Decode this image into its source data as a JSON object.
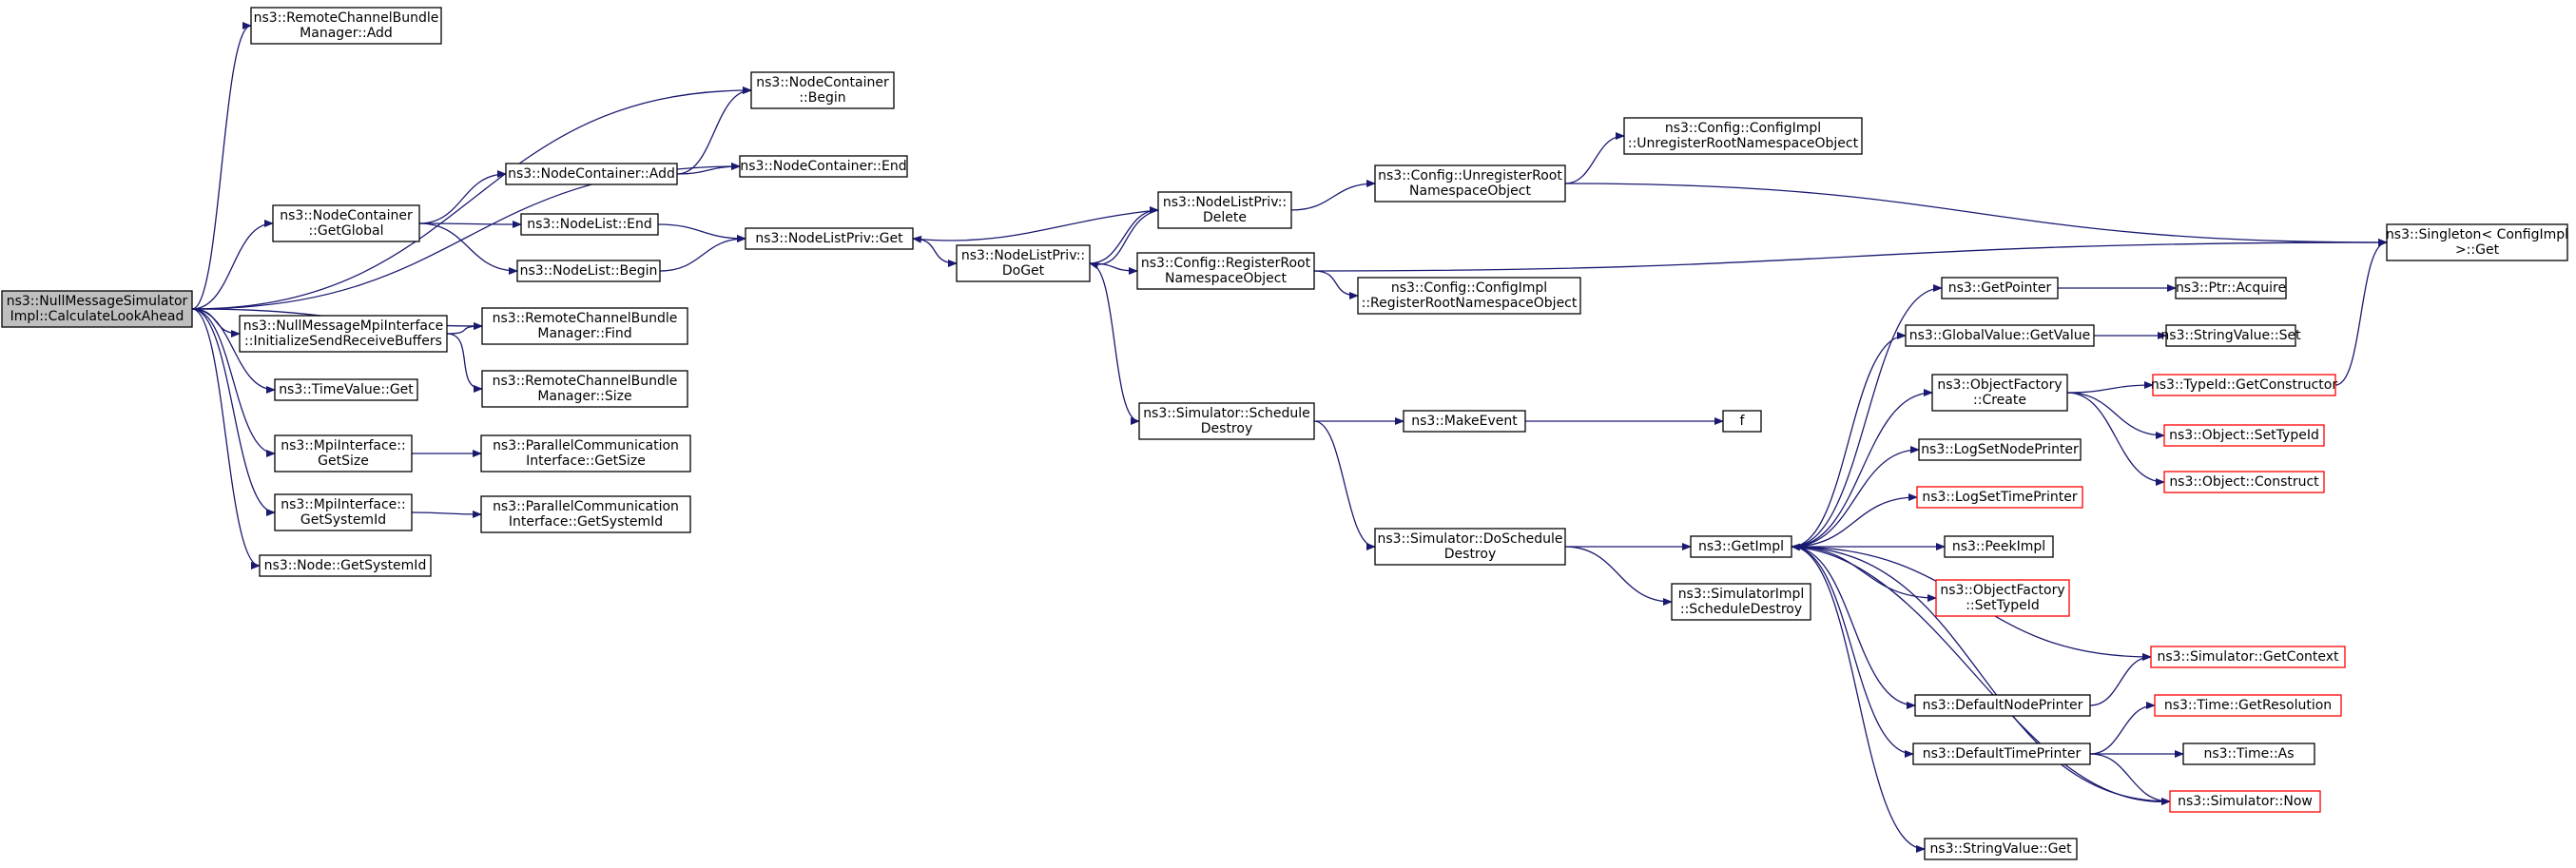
{
  "diagram": {
    "edge_color": "#191970",
    "truncated_border_color": "#ff0000",
    "root_fill": "#bfbfbf",
    "nodes": [
      {
        "id": "root",
        "lines": [
          "ns3::NullMessageSimulator",
          "Impl::CalculateLookAhead"
        ],
        "root": true
      },
      {
        "id": "rcbmAdd",
        "lines": [
          "ns3::RemoteChannelBundle",
          "Manager::Add"
        ]
      },
      {
        "id": "ncBegin",
        "lines": [
          "ns3::NodeContainer",
          "::Begin"
        ]
      },
      {
        "id": "ncAdd",
        "lines": [
          "ns3::NodeContainer::Add"
        ]
      },
      {
        "id": "ncEnd",
        "lines": [
          "ns3::NodeContainer::End"
        ]
      },
      {
        "id": "ncGetGlobal",
        "lines": [
          "ns3::NodeContainer",
          "::GetGlobal"
        ]
      },
      {
        "id": "nlEnd",
        "lines": [
          "ns3::NodeList::End"
        ]
      },
      {
        "id": "nlBegin",
        "lines": [
          "ns3::NodeList::Begin"
        ]
      },
      {
        "id": "nlpGet",
        "lines": [
          "ns3::NodeListPriv::Get"
        ]
      },
      {
        "id": "nlpDoGet",
        "lines": [
          "ns3::NodeListPriv::",
          "DoGet"
        ]
      },
      {
        "id": "nlpDelete",
        "lines": [
          "ns3::NodeListPriv::",
          "Delete"
        ]
      },
      {
        "id": "unregRoot",
        "lines": [
          "ns3::Config::UnregisterRoot",
          "NamespaceObject"
        ]
      },
      {
        "id": "ciUnreg",
        "lines": [
          "ns3::Config::ConfigImpl",
          "::UnregisterRootNamespaceObject"
        ]
      },
      {
        "id": "regRoot",
        "lines": [
          "ns3::Config::RegisterRoot",
          "NamespaceObject"
        ]
      },
      {
        "id": "ciReg",
        "lines": [
          "ns3::Config::ConfigImpl",
          "::RegisterRootNamespaceObject"
        ]
      },
      {
        "id": "singletonGet",
        "lines": [
          "ns3::Singleton< ConfigImpl",
          " >::Get"
        ]
      },
      {
        "id": "mpiInit",
        "lines": [
          "ns3::NullMessageMpiInterface",
          "::InitializeSendReceiveBuffers"
        ]
      },
      {
        "id": "rcbmFind",
        "lines": [
          "ns3::RemoteChannelBundle",
          "Manager::Find"
        ]
      },
      {
        "id": "rcbmSize",
        "lines": [
          "ns3::RemoteChannelBundle",
          "Manager::Size"
        ]
      },
      {
        "id": "tvGet",
        "lines": [
          "ns3::TimeValue::Get"
        ]
      },
      {
        "id": "mpiGetSize",
        "lines": [
          "ns3::MpiInterface::",
          "GetSize"
        ]
      },
      {
        "id": "pciGetSize",
        "lines": [
          "ns3::ParallelCommunication",
          "Interface::GetSize"
        ]
      },
      {
        "id": "mpiGetSysId",
        "lines": [
          "ns3::MpiInterface::",
          "GetSystemId"
        ]
      },
      {
        "id": "pciGetSysId",
        "lines": [
          "ns3::ParallelCommunication",
          "Interface::GetSystemId"
        ]
      },
      {
        "id": "nodeGetSysId",
        "lines": [
          "ns3::Node::GetSystemId"
        ]
      },
      {
        "id": "simSchedDestroy",
        "lines": [
          "ns3::Simulator::Schedule",
          "Destroy"
        ]
      },
      {
        "id": "makeEvent",
        "lines": [
          "ns3::MakeEvent"
        ]
      },
      {
        "id": "f",
        "lines": [
          "f"
        ]
      },
      {
        "id": "simDoSchedDestroy",
        "lines": [
          "ns3::Simulator::DoSchedule",
          "Destroy"
        ]
      },
      {
        "id": "getImpl",
        "lines": [
          "ns3::GetImpl"
        ]
      },
      {
        "id": "simImplSchedDestroy",
        "lines": [
          "ns3::SimulatorImpl",
          "::ScheduleDestroy"
        ]
      },
      {
        "id": "getPointer",
        "lines": [
          "ns3::GetPointer"
        ]
      },
      {
        "id": "ptrAcquire",
        "lines": [
          "ns3::Ptr::Acquire"
        ]
      },
      {
        "id": "gvGetValue",
        "lines": [
          "ns3::GlobalValue::GetValue"
        ]
      },
      {
        "id": "svSet",
        "lines": [
          "ns3::StringValue::Set"
        ]
      },
      {
        "id": "ofCreate",
        "lines": [
          "ns3::ObjectFactory",
          "::Create"
        ]
      },
      {
        "id": "tidGetCtor",
        "lines": [
          "ns3::TypeId::GetConstructor"
        ],
        "truncated": true
      },
      {
        "id": "objSetTypeId",
        "lines": [
          "ns3::Object::SetTypeId"
        ],
        "truncated": true
      },
      {
        "id": "objConstruct",
        "lines": [
          "ns3::Object::Construct"
        ],
        "truncated": true
      },
      {
        "id": "logSetNode",
        "lines": [
          "ns3::LogSetNodePrinter"
        ]
      },
      {
        "id": "logSetTime",
        "lines": [
          "ns3::LogSetTimePrinter"
        ],
        "truncated": true
      },
      {
        "id": "peekImpl",
        "lines": [
          "ns3::PeekImpl"
        ]
      },
      {
        "id": "ofSetTypeId",
        "lines": [
          "ns3::ObjectFactory",
          "::SetTypeId"
        ],
        "truncated": true
      },
      {
        "id": "simGetContext",
        "lines": [
          "ns3::Simulator::GetContext"
        ],
        "truncated": true
      },
      {
        "id": "defNodePrinter",
        "lines": [
          "ns3::DefaultNodePrinter"
        ]
      },
      {
        "id": "timeGetRes",
        "lines": [
          "ns3::Time::GetResolution"
        ],
        "truncated": true
      },
      {
        "id": "defTimePrinter",
        "lines": [
          "ns3::DefaultTimePrinter"
        ]
      },
      {
        "id": "timeAs",
        "lines": [
          "ns3::Time::As"
        ]
      },
      {
        "id": "simNow",
        "lines": [
          "ns3::Simulator::Now"
        ],
        "truncated": true
      },
      {
        "id": "svGet",
        "lines": [
          "ns3::StringValue::Get"
        ]
      }
    ],
    "edges": [
      [
        "root",
        "rcbmAdd"
      ],
      [
        "root",
        "ncBegin"
      ],
      [
        "root",
        "ncEnd"
      ],
      [
        "root",
        "ncGetGlobal"
      ],
      [
        "root",
        "mpiInit"
      ],
      [
        "root",
        "rcbmFind"
      ],
      [
        "root",
        "tvGet"
      ],
      [
        "root",
        "mpiGetSize"
      ],
      [
        "root",
        "mpiGetSysId"
      ],
      [
        "root",
        "nodeGetSysId"
      ],
      [
        "ncGetGlobal",
        "ncAdd"
      ],
      [
        "ncGetGlobal",
        "nlEnd"
      ],
      [
        "ncGetGlobal",
        "nlBegin"
      ],
      [
        "ncAdd",
        "ncBegin"
      ],
      [
        "ncAdd",
        "ncEnd"
      ],
      [
        "nlEnd",
        "nlpGet"
      ],
      [
        "nlBegin",
        "nlpGet"
      ],
      [
        "nlpGet",
        "nlpDoGet"
      ],
      [
        "nlpDoGet",
        "nlpDelete"
      ],
      [
        "nlpDelete",
        "nlpDoGet"
      ],
      [
        "nlpDelete",
        "nlpGet"
      ],
      [
        "nlpDoGet",
        "regRoot"
      ],
      [
        "nlpDoGet",
        "simSchedDestroy"
      ],
      [
        "nlpDelete",
        "unregRoot"
      ],
      [
        "unregRoot",
        "ciUnreg"
      ],
      [
        "unregRoot",
        "singletonGet"
      ],
      [
        "regRoot",
        "ciReg"
      ],
      [
        "regRoot",
        "singletonGet"
      ],
      [
        "mpiInit",
        "rcbmFind"
      ],
      [
        "mpiInit",
        "rcbmSize"
      ],
      [
        "mpiGetSize",
        "pciGetSize"
      ],
      [
        "mpiGetSysId",
        "pciGetSysId"
      ],
      [
        "simSchedDestroy",
        "makeEvent"
      ],
      [
        "makeEvent",
        "f"
      ],
      [
        "simSchedDestroy",
        "simDoSchedDestroy"
      ],
      [
        "simDoSchedDestroy",
        "getImpl"
      ],
      [
        "simDoSchedDestroy",
        "simImplSchedDestroy"
      ],
      [
        "getImpl",
        "getPointer"
      ],
      [
        "getImpl",
        "gvGetValue"
      ],
      [
        "getImpl",
        "ofCreate"
      ],
      [
        "getImpl",
        "logSetNode"
      ],
      [
        "getImpl",
        "logSetTime"
      ],
      [
        "getImpl",
        "peekImpl"
      ],
      [
        "getImpl",
        "ofSetTypeId"
      ],
      [
        "getImpl",
        "simGetContext"
      ],
      [
        "getImpl",
        "defNodePrinter"
      ],
      [
        "getImpl",
        "defTimePrinter"
      ],
      [
        "getImpl",
        "svGet"
      ],
      [
        "getImpl",
        "simNow"
      ],
      [
        "getPointer",
        "ptrAcquire"
      ],
      [
        "gvGetValue",
        "svSet"
      ],
      [
        "ofCreate",
        "tidGetCtor"
      ],
      [
        "ofCreate",
        "objSetTypeId"
      ],
      [
        "ofCreate",
        "objConstruct"
      ],
      [
        "tidGetCtor",
        "singletonGet"
      ],
      [
        "defNodePrinter",
        "simGetContext"
      ],
      [
        "defTimePrinter",
        "timeGetRes"
      ],
      [
        "defTimePrinter",
        "timeAs"
      ],
      [
        "defTimePrinter",
        "simNow"
      ],
      [
        "simNow",
        "getImpl"
      ]
    ]
  }
}
